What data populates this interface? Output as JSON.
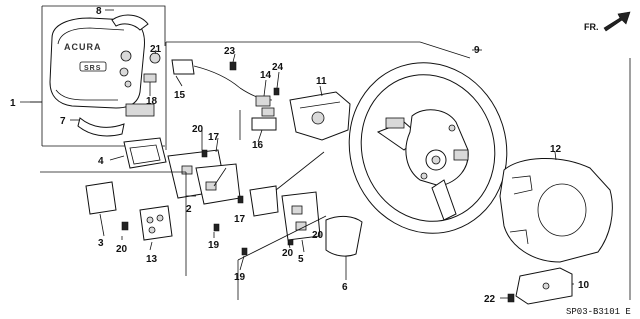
{
  "diagram": {
    "emblem": {
      "brand": "ACURA",
      "srs": "SRS"
    },
    "direction_label": "FR.",
    "drawing_code": "SP03-B3101 E",
    "callouts": [
      "1",
      "2",
      "3",
      "4",
      "5",
      "6",
      "7",
      "8",
      "9",
      "10",
      "11",
      "12",
      "13",
      "14",
      "15",
      "16",
      "17",
      "17",
      "18",
      "19",
      "19",
      "20",
      "20",
      "20",
      "20",
      "21",
      "22",
      "23",
      "24"
    ]
  }
}
